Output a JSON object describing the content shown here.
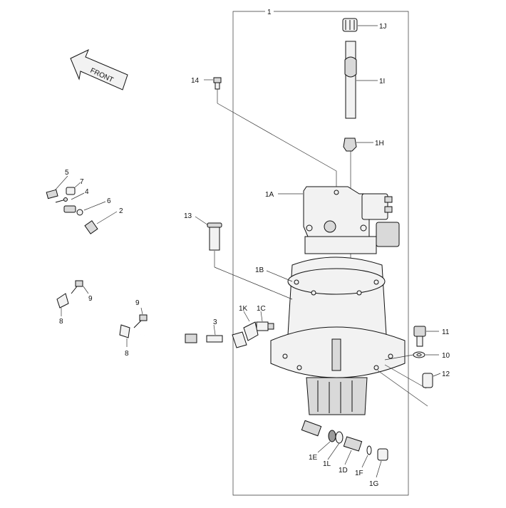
{
  "diagram": {
    "direction_label": "FRONT",
    "callouts": {
      "main": "1",
      "c1A": "1A",
      "c1B": "1B",
      "c1C": "1C",
      "c1D": "1D",
      "c1E": "1E",
      "c1F": "1F",
      "c1G": "1G",
      "c1H": "1H",
      "c1I": "1I",
      "c1J": "1J",
      "c1K": "1K",
      "c1L": "1L",
      "c2": "2",
      "c3": "3",
      "c4": "4",
      "c5": "5",
      "c6": "6",
      "c7": "7",
      "c8a": "8",
      "c8b": "8",
      "c9a": "9",
      "c9b": "9",
      "c10": "10",
      "c11": "11",
      "c12": "12",
      "c13": "13",
      "c14": "14"
    },
    "colors": {
      "line": "#111111",
      "fill_light": "#f2f2f2",
      "fill_mid": "#d9d9d9",
      "fill_dark": "#9a9a9a"
    }
  }
}
